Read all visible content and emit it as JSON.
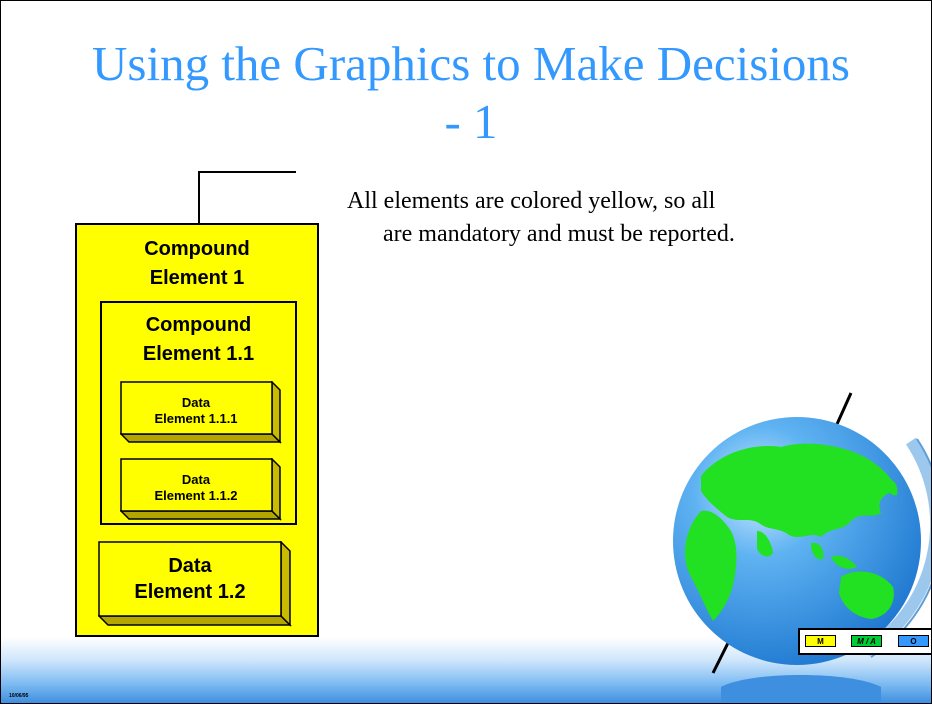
{
  "slide": {
    "title": "Using the Graphics to Make Decisions - 1",
    "body_line_1": "All elements are colored yellow, so all",
    "body_line_2": "are mandatory and must be reported.",
    "date": "10/06/95"
  },
  "diagram": {
    "outer": {
      "line1": "Compound",
      "line2": "Element 1"
    },
    "inner": {
      "line1": "Compound",
      "line2": "Element 1.1"
    },
    "cube_1_1_1": {
      "line1": "Data",
      "line2": "Element 1.1.1"
    },
    "cube_1_1_2": {
      "line1": "Data",
      "line2": "Element 1.1.2"
    },
    "cube_1_2": {
      "line1": "Data",
      "line2": "Element 1.2"
    }
  },
  "legend": {
    "items": [
      {
        "label": "M",
        "color": "#ffff00"
      },
      {
        "label": "M / A",
        "color": "#00cc33"
      },
      {
        "label": "O",
        "color": "#3399ff"
      }
    ]
  },
  "colors": {
    "title": "#3399ff",
    "mandatory": "#ffff00",
    "globe_ocean": "#2f95e6",
    "globe_land": "#22e022"
  },
  "icons": {
    "globe": "globe-icon"
  }
}
